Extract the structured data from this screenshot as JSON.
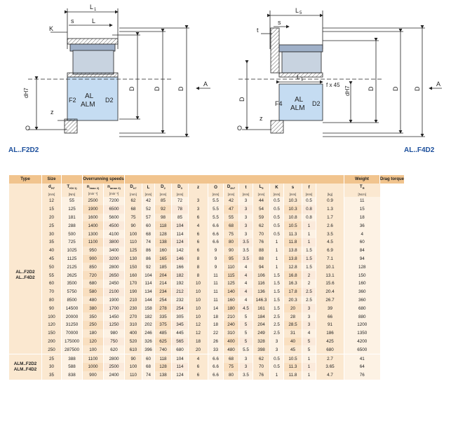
{
  "drawing": {
    "left_labels": {
      "L1": "L",
      "L1_sub": "1",
      "s": "s",
      "L": "L",
      "K": "K",
      "d": "dH7",
      "D2": "D",
      "D2_sub": "2",
      "D3": "D",
      "D3_sub": "3",
      "D5": "D",
      "D5_sub": "5",
      "A": "A",
      "F2": "F2",
      "D2b": "D2",
      "AL": "AL",
      "ALM": "ALM",
      "z": "z",
      "O": "O"
    },
    "right_labels": {
      "L5": "L",
      "L5_sub": "5",
      "s": "s",
      "t": "t",
      "L1": "L",
      "L1_sub": "1",
      "fx45": "f x 45",
      "d": "dH7",
      "D": "D",
      "D3": "D",
      "D3_sub": "3",
      "D5": "D",
      "D5_sub": "5",
      "A": "A",
      "D4": "D",
      "D4_sub": "4 h7",
      "F4": "F4",
      "D2": "D2",
      "AL": "AL",
      "ALM": "ALM",
      "z": "z",
      "O": "O"
    }
  },
  "captions": {
    "left": "AL..F2D2",
    "right": "AL..F4D2"
  },
  "table": {
    "group_headers": {
      "type": "Type",
      "size": "Size",
      "speeds": "Overrunning speeds",
      "weight": "Weight",
      "drag": "Drag torque"
    },
    "symbols": [
      "d",
      "T",
      "n",
      "n",
      "D",
      "L",
      "D",
      "D",
      "z",
      "O",
      "D",
      "t",
      "L",
      "K",
      "s",
      "f",
      "",
      "T"
    ],
    "symbol_subs": [
      "H7",
      "KN 1)",
      "imax 2)",
      "amax 3)",
      "h7",
      "",
      "2",
      "3",
      "",
      "",
      "4h7",
      "",
      "5",
      "",
      "",
      "",
      "",
      "R"
    ],
    "units": [
      "[mm]",
      "[Nm]",
      "[min⁻¹]",
      "[min⁻¹]",
      "[mm]",
      "[mm]",
      "[mm]",
      "[mm]",
      "",
      "[mm]",
      "[mm]",
      "[mm]",
      "[mm]",
      "[mm]",
      "[mm]",
      "[mm]",
      "[kg]",
      "[Ncm]"
    ],
    "type_al": "AL..F2D2 AL..F4D2",
    "type_alm": "ALM..F2D2 ALM..F4D2",
    "rows_al": [
      [
        "12",
        "55",
        "2500",
        "7200",
        "62",
        "42",
        "85",
        "72",
        "3",
        "5.5",
        "42",
        "3",
        "44",
        "0.5",
        "10.3",
        "0.5",
        "0.9",
        "11"
      ],
      [
        "15",
        "125",
        "1900",
        "6500",
        "68",
        "52",
        "92",
        "78",
        "3",
        "5.5",
        "47",
        "3",
        "54",
        "0.5",
        "10.3",
        "0.8",
        "1.3",
        "15"
      ],
      [
        "20",
        "181",
        "1600",
        "5600",
        "75",
        "57",
        "98",
        "85",
        "6",
        "5.5",
        "55",
        "3",
        "59",
        "0.5",
        "10.8",
        "0.8",
        "1.7",
        "18"
      ],
      [
        "25",
        "288",
        "1400",
        "4500",
        "90",
        "60",
        "118",
        "104",
        "4",
        "6.6",
        "68",
        "3",
        "62",
        "0.5",
        "10.5",
        "1",
        "2.6",
        "36"
      ],
      [
        "30",
        "500",
        "1300",
        "4100",
        "100",
        "68",
        "128",
        "114",
        "6",
        "6.6",
        "75",
        "3",
        "70",
        "0.5",
        "11.3",
        "1",
        "3.5",
        "4"
      ],
      [
        "35",
        "725",
        "1100",
        "3800",
        "110",
        "74",
        "138",
        "124",
        "6",
        "6.6",
        "80",
        "3.5",
        "76",
        "1",
        "11.8",
        "1",
        "4.5",
        "60"
      ],
      [
        "40",
        "1025",
        "950",
        "3400",
        "125",
        "86",
        "160",
        "142",
        "6",
        "9",
        "90",
        "3.5",
        "88",
        "1",
        "13.8",
        "1.5",
        "6.9",
        "84"
      ],
      [
        "45",
        "1125",
        "900",
        "3200",
        "130",
        "86",
        "165",
        "146",
        "8",
        "9",
        "95",
        "3.5",
        "88",
        "1",
        "13.8",
        "1.5",
        "7.1",
        "94"
      ],
      [
        "50",
        "2125",
        "850",
        "2800",
        "150",
        "92",
        "185",
        "166",
        "8",
        "9",
        "110",
        "4",
        "94",
        "1",
        "12.8",
        "1.5",
        "10.1",
        "128"
      ],
      [
        "55",
        "2625",
        "720",
        "2650",
        "160",
        "104",
        "204",
        "182",
        "8",
        "11",
        "115",
        "4",
        "106",
        "1.5",
        "16.8",
        "2",
        "13.1",
        "150"
      ],
      [
        "60",
        "3500",
        "680",
        "2450",
        "170",
        "114",
        "214",
        "192",
        "10",
        "11",
        "125",
        "4",
        "116",
        "1.5",
        "16.3",
        "2",
        "15.6",
        "160"
      ],
      [
        "70",
        "5750",
        "580",
        "2100",
        "190",
        "134",
        "234",
        "212",
        "10",
        "11",
        "140",
        "4",
        "136",
        "1.5",
        "17.8",
        "2.5",
        "20.4",
        "360"
      ],
      [
        "80",
        "8500",
        "480",
        "1900",
        "210",
        "144",
        "254",
        "232",
        "10",
        "11",
        "160",
        "4",
        "146.3",
        "1.5",
        "20.3",
        "2.5",
        "26.7",
        "360"
      ],
      [
        "90",
        "14500",
        "380",
        "1700",
        "230",
        "158",
        "278",
        "254",
        "10",
        "14",
        "180",
        "4.5",
        "161",
        "1.5",
        "20",
        "3",
        "39",
        "680"
      ],
      [
        "100",
        "20000",
        "350",
        "1450",
        "270",
        "182",
        "335",
        "305",
        "10",
        "18",
        "210",
        "5",
        "184",
        "2.5",
        "28",
        "3",
        "66",
        "880"
      ],
      [
        "120",
        "31250",
        "250",
        "1250",
        "310",
        "202",
        "375",
        "345",
        "12",
        "18",
        "240",
        "5",
        "204",
        "2.5",
        "28.5",
        "3",
        "91",
        "1200"
      ],
      [
        "150",
        "70000",
        "180",
        "980",
        "400",
        "246",
        "485",
        "445",
        "12",
        "22",
        "310",
        "5",
        "249",
        "2.5",
        "31",
        "4",
        "186",
        "1350"
      ],
      [
        "200",
        "175000",
        "120",
        "750",
        "520",
        "326",
        "625",
        "565",
        "18",
        "26",
        "400",
        "5",
        "328",
        "3",
        "40",
        "5",
        "425",
        "4200"
      ],
      [
        "250",
        "287500",
        "100",
        "620",
        "610",
        "396",
        "740",
        "680",
        "20",
        "33",
        "480",
        "5.5",
        "398",
        "3",
        "45",
        "5",
        "680",
        "6500"
      ]
    ],
    "rows_alm": [
      [
        "25",
        "388",
        "1100",
        "2800",
        "90",
        "60",
        "118",
        "104",
        "4",
        "6.6",
        "68",
        "3",
        "62",
        "0.5",
        "10.5",
        "1",
        "2.7",
        "41"
      ],
      [
        "30",
        "588",
        "1000",
        "2500",
        "100",
        "68",
        "128",
        "114",
        "6",
        "6.6",
        "75",
        "3",
        "70",
        "0.5",
        "11.3",
        "1",
        "3.65",
        "64"
      ],
      [
        "35",
        "838",
        "900",
        "2400",
        "110",
        "74",
        "138",
        "124",
        "6",
        "6.6",
        "80",
        "3.5",
        "76",
        "1",
        "11.8",
        "1",
        "4.7",
        "76"
      ]
    ]
  }
}
